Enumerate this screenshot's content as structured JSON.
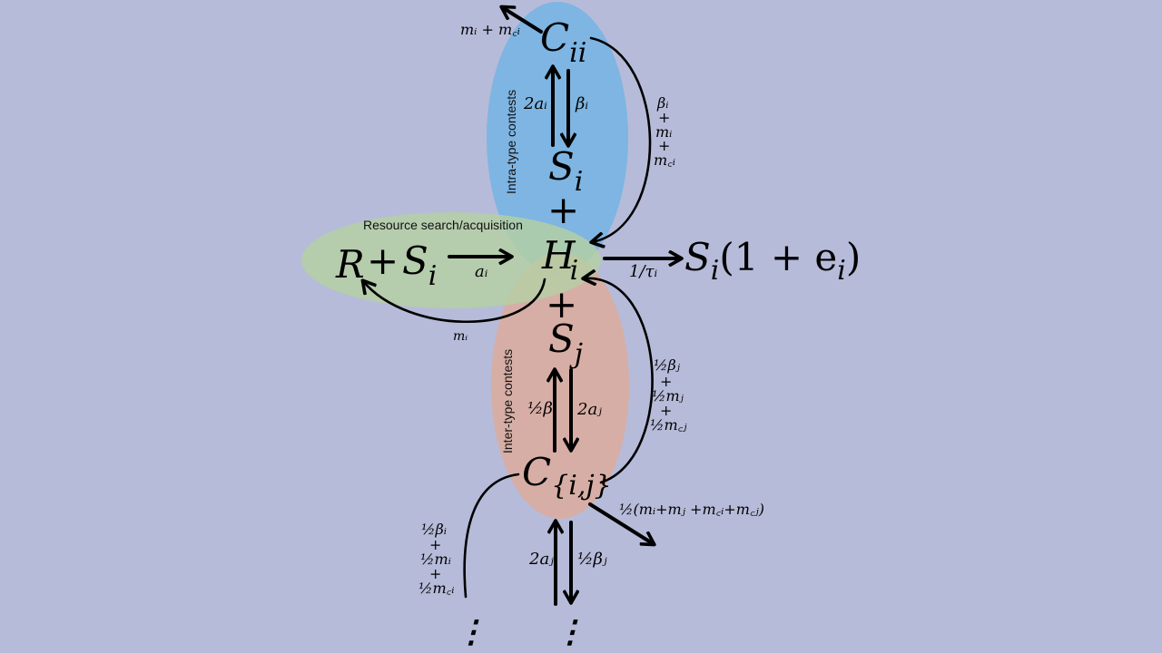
{
  "colors": {
    "background": "#b6bbd9",
    "intra_ellipse": "#79b4e3",
    "inter_ellipse": "#dcac9d",
    "resource_ellipse": "#b4cfa3"
  },
  "regions": {
    "intra_label": "Intra-type contests",
    "inter_label": "Inter-type contests",
    "resource_label": "Resource search/acquisition"
  },
  "nodes": {
    "cii": "C",
    "cii_sub": "ii",
    "si_top": "S",
    "si_top_sub": "i",
    "plus_top": "+",
    "r": "R",
    "r_plus": "+",
    "si_left": "S",
    "si_left_sub": "i",
    "hi": "H",
    "hi_sub": "i",
    "plus_bottom": "+",
    "sj": "S",
    "sj_sub": "j",
    "product_s": "S",
    "product_sub": "i",
    "product_rest": "(1 + e",
    "product_e_sub": "i",
    "product_close": ")",
    "cij": "C",
    "cij_sub": "{i,j}",
    "dots_left": "⋮",
    "dots_right": "⋮"
  },
  "rates": {
    "loss_cii": "mᵢ + m꜀ᵢ",
    "two_ai": "2aᵢ",
    "beta_i": "βᵢ",
    "return_cii_line1": "βᵢ",
    "return_cii_line2": "+",
    "return_cii_line3": "mᵢ",
    "return_cii_line4": "+",
    "return_cii_line5": "m꜀ᵢ",
    "ai": "aᵢ",
    "tau": "1/τᵢ",
    "mi": "mᵢ",
    "half_beta": "½β",
    "two_aj": "2aⱼ",
    "return_cij_line1": "½βⱼ",
    "return_cij_line2": "+",
    "return_cij_line3": "½mⱼ",
    "return_cij_line4": "+",
    "return_cij_line5": "½m꜀ⱼ",
    "loss_cij": "½(mᵢ+mⱼ +m꜀ᵢ+m꜀ⱼ)",
    "left_branch_line1": "½βᵢ",
    "left_branch_line2": "+",
    "left_branch_line3": "½mᵢ",
    "left_branch_line4": "+",
    "left_branch_line5": "½m꜀ᵢ",
    "two_aj_bottom": "2aⱼ",
    "half_beta_j_bottom": "½βⱼ"
  }
}
